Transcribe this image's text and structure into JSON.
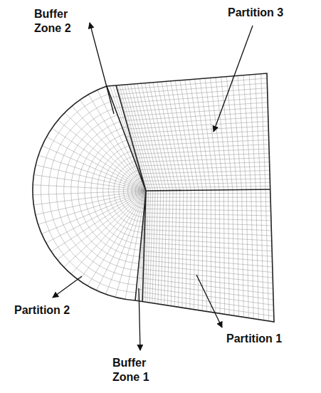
{
  "diagram": {
    "labels": [
      "Buffer Zone 2",
      "Partition 3",
      "Partition 2",
      "Partition 1",
      "Buffer Zone 1"
    ]
  }
}
